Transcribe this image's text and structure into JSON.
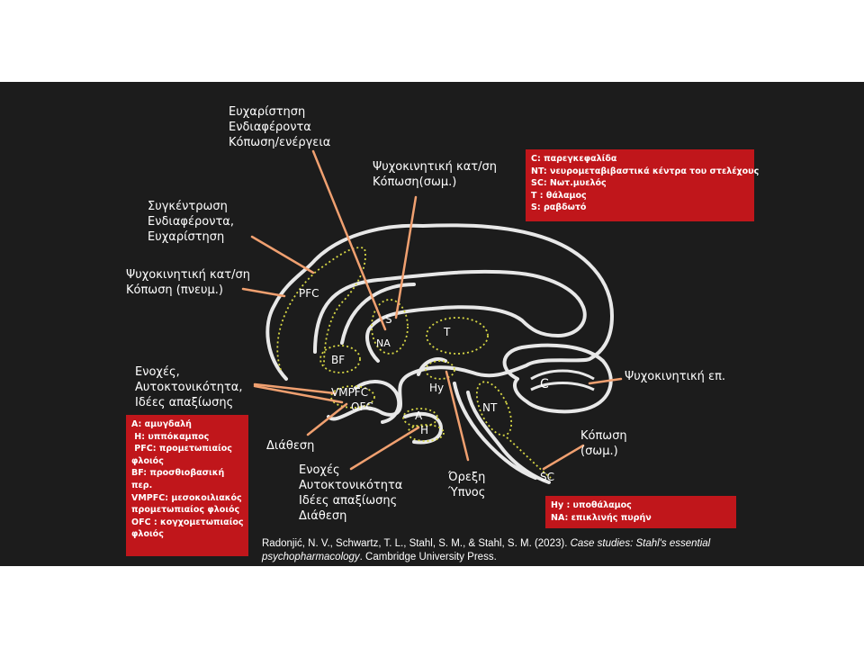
{
  "labels": {
    "top_center": [
      "Ευχαρίστηση",
      "Ενδιαφέροντα",
      "Κόπωση/ενέργεια"
    ],
    "psychomotor_top": [
      "Ψυχοκινητική κατ/ση",
      "Κόπωση(σωμ.)"
    ],
    "concentration": [
      "Συγκέντρωση",
      "Ενδιαφέροντα,",
      "Ευχαρίστηση"
    ],
    "psychomotor_left": [
      "Ψυχοκινητική κατ/ση",
      "Κόπωση (πνευμ.)"
    ],
    "guilt": [
      "Ενοχές,",
      "Αυτοκτονικότητα,",
      "Ιδέες απαξίωσης"
    ],
    "mood": "Διάθεση",
    "guilt_bottom": [
      "Ενοχές",
      "Αυτοκτονικότητα",
      "Ιδέες απαξίωσης",
      "Διάθεση"
    ],
    "appetite": [
      "Όρεξη",
      "Ύπνος"
    ],
    "psychomotor_right": "Ψυχοκινητική επ.",
    "fatigue_right": [
      "Κόπωση",
      "(σωμ.)"
    ]
  },
  "regions": {
    "pfc": "PFC",
    "s": "S",
    "na": "NA",
    "t": "T",
    "bf": "BF",
    "vmpfc": "VMPFC",
    "ofc": "OFC",
    "hy": "Hy",
    "a": "A",
    "h": "H",
    "c": "C",
    "nt": "NT",
    "sc": "SC"
  },
  "legend_top_right": [
    "C: παρεγκεφαλίδα",
    "NT: νευρομεταβιβαστικά κέντρα του στελέχους",
    "SC: Νωτ.μυελός",
    "T : θάλαμος",
    "S: ραβδωτό"
  ],
  "legend_left": [
    "A: αμυγδαλή",
    " H: υππόκαμπος",
    " PFC: προμετωπιαίος",
    "φλοιός",
    "BF: προσθιοβασική",
    "περ.",
    "VMPFC: μεσοκοιλιακός",
    "προμετωπιαίος φλοιός",
    "OFC : κογχομετωπιαίος",
    "φλοιός"
  ],
  "legend_bottom_right": [
    "Hy : υποθάλαμος",
    "NA: επικλινής πυρήν"
  ],
  "citation": {
    "authors": "Radonjić, N. V., Schwartz, T. L., Stahl, S. M., & Stahl, S. M. (2023). ",
    "title": "Case studies: Stahl's essential psychopharmacology",
    "publisher": ". Cambridge University Press."
  },
  "colors": {
    "background": "#1c1c1c",
    "legend_box": "#c0161b",
    "arrow": "#f0a070",
    "region_outline": "#d8d845",
    "brain_outline": "#e8e8e8"
  }
}
